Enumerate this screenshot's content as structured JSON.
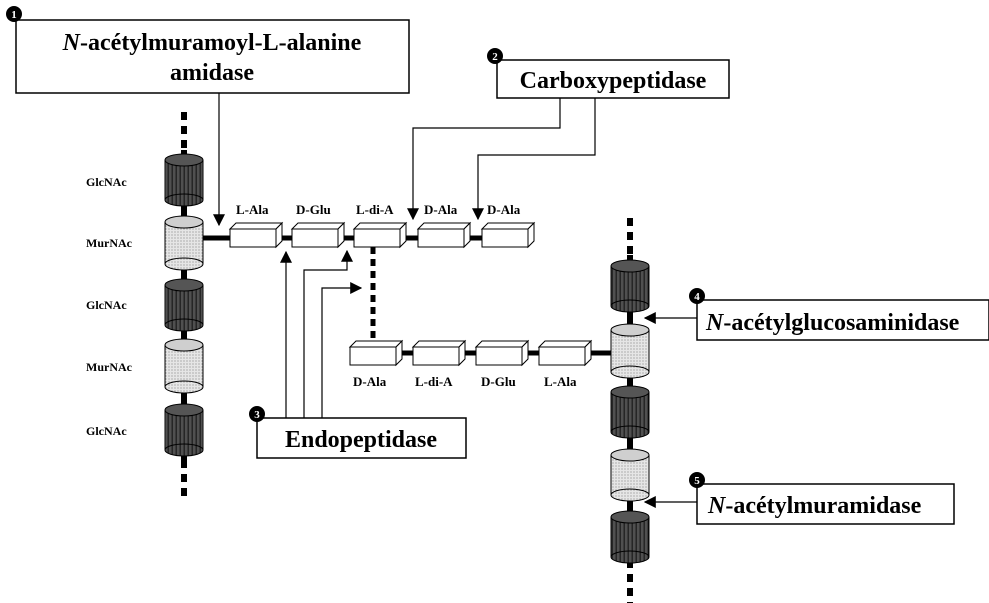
{
  "enzymes": {
    "e1": {
      "number": "1",
      "name_italic": "N",
      "line1_rest": "-acétylmuramoyl-L-alanine",
      "line2": "amidase"
    },
    "e2": {
      "number": "2",
      "name": "Carboxypeptidase"
    },
    "e3": {
      "number": "3",
      "name": "Endopeptidase"
    },
    "e4": {
      "number": "4",
      "name_italic": "N",
      "name_rest": "-acétylglucosaminidase"
    },
    "e5": {
      "number": "5",
      "name_italic": "N",
      "name_rest": "-acétylmuramidase"
    }
  },
  "left_chain": {
    "sugars": [
      "GlcNAc",
      "MurNAc",
      "GlcNAc",
      "MurNAc",
      "GlcNAc"
    ]
  },
  "top_peptide": [
    "L-Ala",
    "D-Glu",
    "L-di-A",
    "D-Ala",
    "D-Ala"
  ],
  "bottom_peptide": [
    "D-Ala",
    "L-di-A",
    "D-Glu",
    "L-Ala"
  ],
  "colors": {
    "glcnac_fill": "#3a3a3a",
    "murnac_fill": "#d8d8d8",
    "line": "#000000",
    "box_fill": "#ffffff"
  }
}
